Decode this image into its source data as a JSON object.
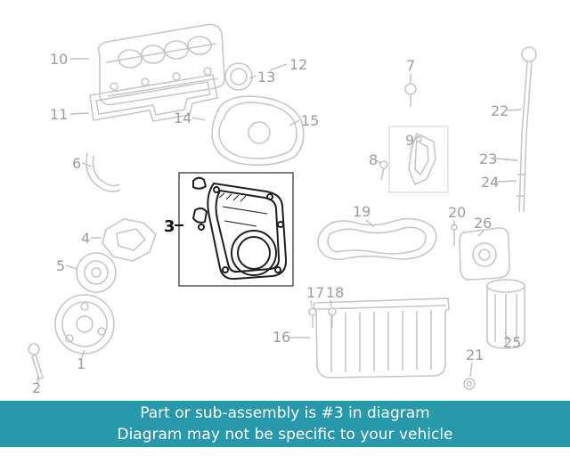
{
  "caption": {
    "line1": "Part or sub-assembly is #3 in diagram",
    "line2": "Diagram may not be specific to your vehicle"
  },
  "diagram": {
    "highlighted_part": "3",
    "labels": [
      "1",
      "2",
      "3",
      "4",
      "5",
      "6",
      "7",
      "8",
      "9",
      "10",
      "11",
      "12",
      "13",
      "14",
      "15",
      "16",
      "17",
      "18",
      "19",
      "20",
      "21",
      "22",
      "23",
      "24",
      "25",
      "26"
    ]
  },
  "colors": {
    "caption_bg": "#2899ab",
    "caption_text": "#ffffff",
    "line_art": "#c7c7c7",
    "label_text": "#9c9c9c",
    "highlight": "#1f1f1f",
    "background": "#ffffff"
  }
}
